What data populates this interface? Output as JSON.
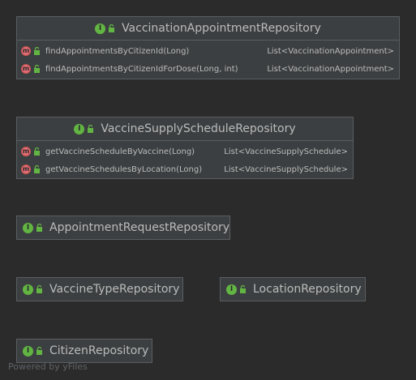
{
  "entities": [
    {
      "name": "VaccinationAppointmentRepository",
      "methods": [
        {
          "name": "findAppointmentsByCitizenId(Long)",
          "type": "List<VaccinationAppointment>"
        },
        {
          "name": "findAppointmentsByCitizenIdForDose(Long, int)",
          "type": "List<VaccinationAppointment>"
        }
      ]
    },
    {
      "name": "VaccineSupplyScheduleRepository",
      "methods": [
        {
          "name": "getVaccineScheduleByVaccine(Long)",
          "type": "List<VaccineSupplySchedule>"
        },
        {
          "name": "getVaccineSchedulesByLocation(Long)",
          "type": "List<VaccineSupplySchedule>"
        }
      ]
    },
    {
      "name": "AppointmentRequestRepository",
      "methods": []
    },
    {
      "name": "VaccineTypeRepository",
      "methods": []
    },
    {
      "name": "LocationRepository",
      "methods": []
    },
    {
      "name": "CitizenRepository",
      "methods": []
    }
  ],
  "icons": {
    "interface": "interface-icon",
    "method": "method-icon",
    "visibility": "public-lock-icon",
    "interface_letter": "I",
    "method_letter": "m"
  },
  "colors": {
    "background": "#2b2b2b",
    "box": "#3c3f41",
    "border": "#5b5e60",
    "interface_badge": "#62b543",
    "method_badge": "#e06c75",
    "text": "#bbbbbb"
  },
  "watermark": "Powered by yFiles"
}
